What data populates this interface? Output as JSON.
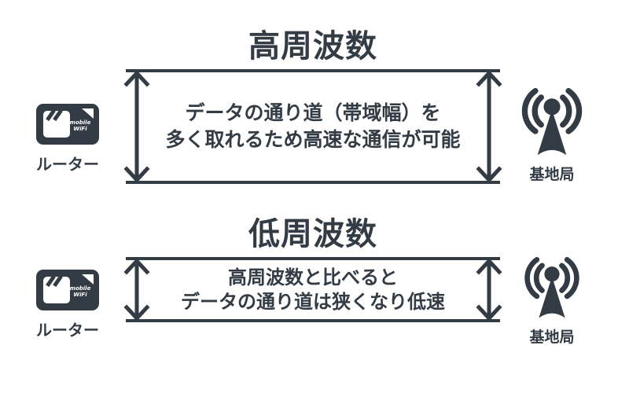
{
  "colors": {
    "ink": "#333B44",
    "background": "#FFFFFF"
  },
  "sections": [
    {
      "title": "高周波数",
      "description": [
        "データの通り道（帯域幅）を",
        "多く取れるため高速な通信が可能"
      ],
      "router_label": "ルーター",
      "station_label": "基地局"
    },
    {
      "title": "低周波数",
      "description": [
        "高周波数と比べると",
        "データの通り道は狭くなり低速"
      ],
      "router_label": "ルーター",
      "station_label": "基地局"
    }
  ],
  "router_badge": {
    "line1": "mobile",
    "line2": "WiFi"
  }
}
